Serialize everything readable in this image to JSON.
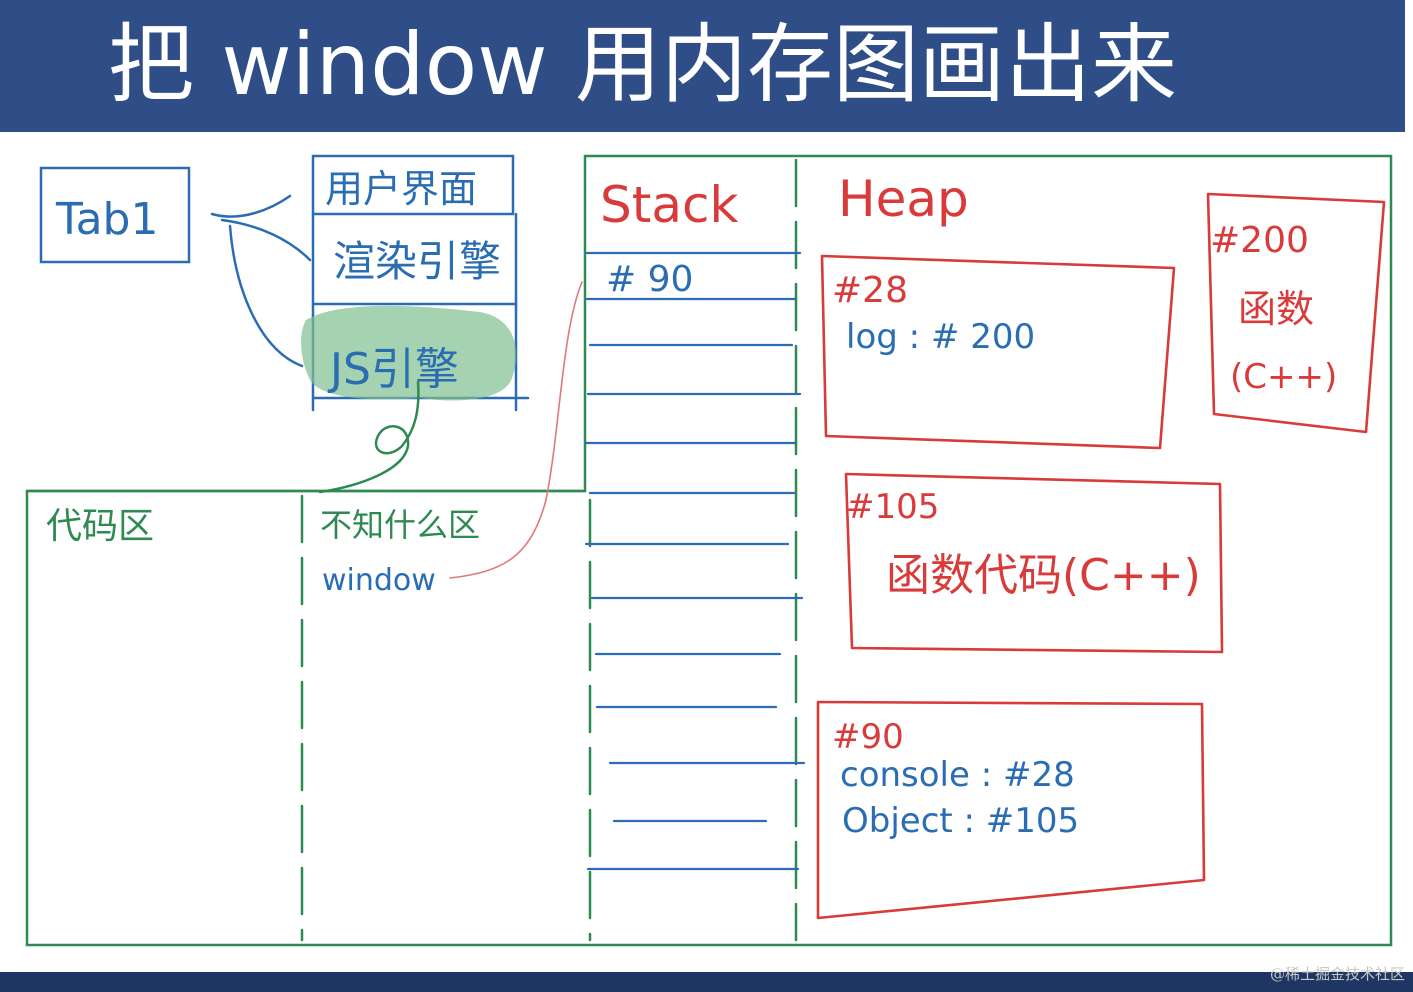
{
  "title": "把 window 用内存图画出来",
  "watermark": "@稀土掘金技术社区",
  "colors": {
    "title_bg": "#2f4d86",
    "blue_ink": "#2a6db3",
    "red_ink": "#d93a3a",
    "green_ink": "#2f8a52",
    "js_engine_wash": "#7fbf8e"
  },
  "browser": {
    "tab": "Tab1",
    "ui": "用户界面",
    "render_engine": "渲染引擎",
    "js_engine": "JS引擎"
  },
  "memory": {
    "code_area": "代码区",
    "unknown_area": "不知什么区",
    "window_label": "window",
    "stack": {
      "label": "Stack",
      "top_entry": "# 90"
    },
    "heap": {
      "label": "Heap",
      "obj28": {
        "address": "#28",
        "line1": "log : # 200"
      },
      "obj200": {
        "address": "#200",
        "line1": "函数",
        "line2": "(C++)"
      },
      "obj105": {
        "address": "#105",
        "line1": "函数代码(C++)"
      },
      "obj90": {
        "address": "#90",
        "line1": "console : #28",
        "line2": "Object : #105"
      }
    }
  }
}
